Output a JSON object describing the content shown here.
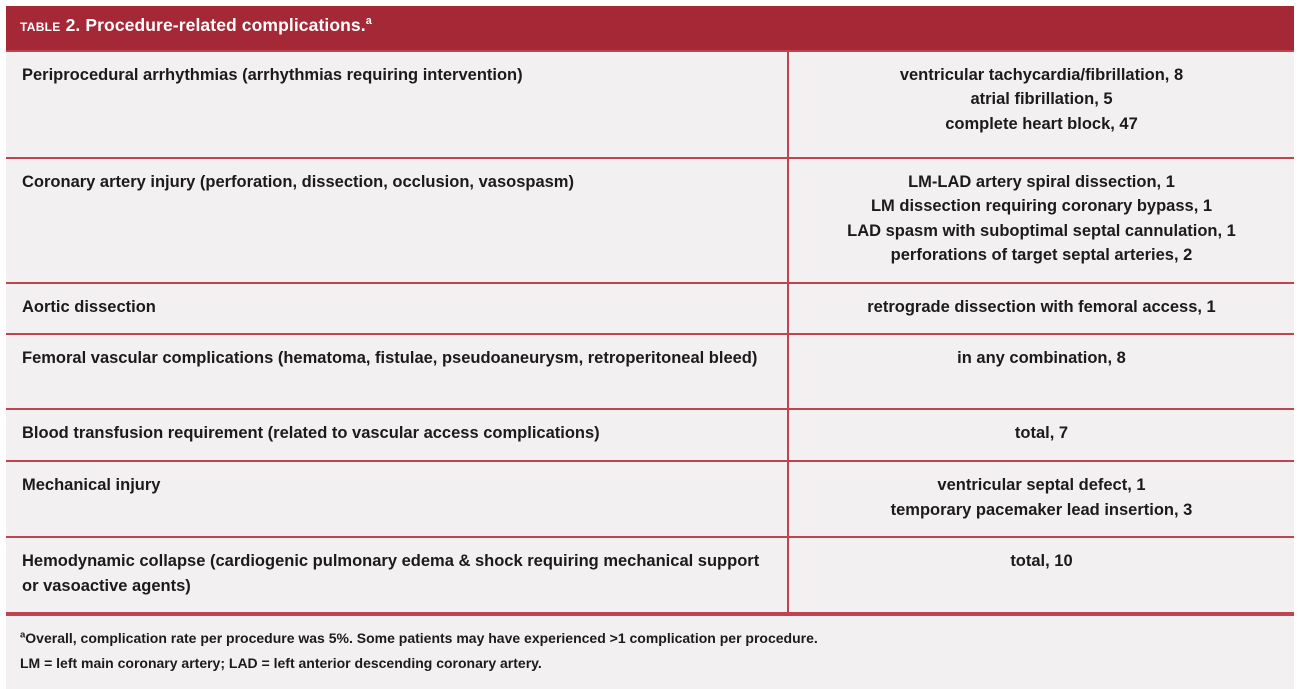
{
  "table": {
    "caption": {
      "label_smallcaps": "TABLE",
      "number": " 2. ",
      "title": "Procedure-related complications.",
      "footnote_marker": "a"
    },
    "colors": {
      "header_bar": "#A42836",
      "cell_background": "#F2F0F1",
      "rule": "#C0444F",
      "text": "#1b1b1b"
    },
    "rows": [
      {
        "label": "Periprocedural arrhythmias (arrhythmias requiring intervention)",
        "values": [
          "ventricular tachycardia/fibrillation, 8",
          "atrial fibrillation, 5",
          "complete heart block, 47"
        ]
      },
      {
        "label": "Coronary artery injury (perforation, dissection, occlusion, vasospasm)",
        "values": [
          "LM-LAD artery spiral dissection, 1",
          "LM dissection requiring coronary bypass, 1",
          "LAD spasm with suboptimal septal cannulation, 1",
          "perforations of target septal arteries, 2"
        ]
      },
      {
        "label": "Aortic dissection",
        "values": [
          "retrograde dissection with femoral access, 1"
        ]
      },
      {
        "label": "Femoral vascular complications (hematoma, fistulae, pseudoaneurysm, retroperitoneal bleed)",
        "values": [
          "in any combination, 8"
        ]
      },
      {
        "label": "Blood transfusion requirement (related to vascular access complications)",
        "values": [
          "total, 7"
        ]
      },
      {
        "label": "Mechanical injury",
        "values": [
          "ventricular septal defect, 1",
          "temporary pacemaker lead insertion, 3"
        ]
      },
      {
        "label": "Hemodynamic collapse (cardiogenic pulmonary edema & shock requiring mechanical support or vasoactive agents)",
        "values": [
          "total, 10"
        ]
      }
    ],
    "footnotes": {
      "marker": "a",
      "line1": "Overall, complication rate per procedure was 5%. Some patients may have experienced >1 complication per procedure.",
      "line2": "LM = left main coronary artery; LAD = left anterior descending coronary artery."
    }
  }
}
